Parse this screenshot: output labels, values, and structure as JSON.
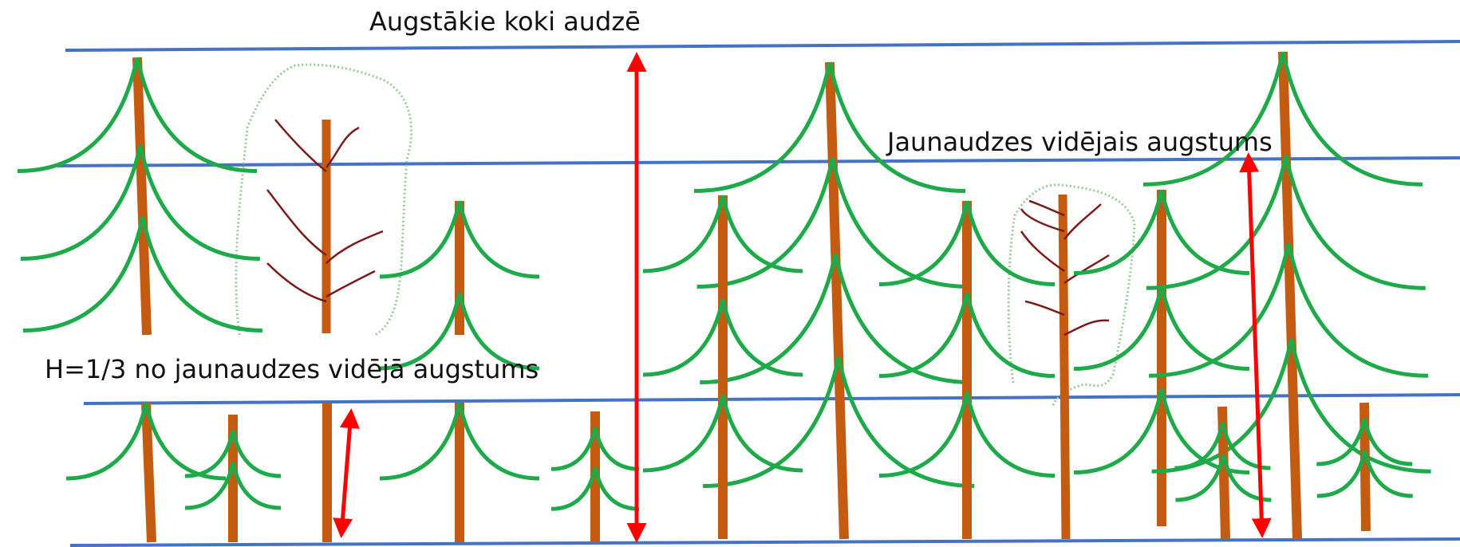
{
  "labels": {
    "tallest_trees": "Augstākie koki audzē",
    "average_height": "Jaunaudzes vidējais augstums",
    "one_third_height": "H=1/3 no jaunaudzes vidējā augstums"
  },
  "colors": {
    "level_line": "#4472c4",
    "arrow": "#ff0000",
    "trunk": "#c55a11",
    "branch": "#1faa4a",
    "deciduous_branch": "#7b1a1a",
    "crown_outline": "#8fbf8f"
  }
}
